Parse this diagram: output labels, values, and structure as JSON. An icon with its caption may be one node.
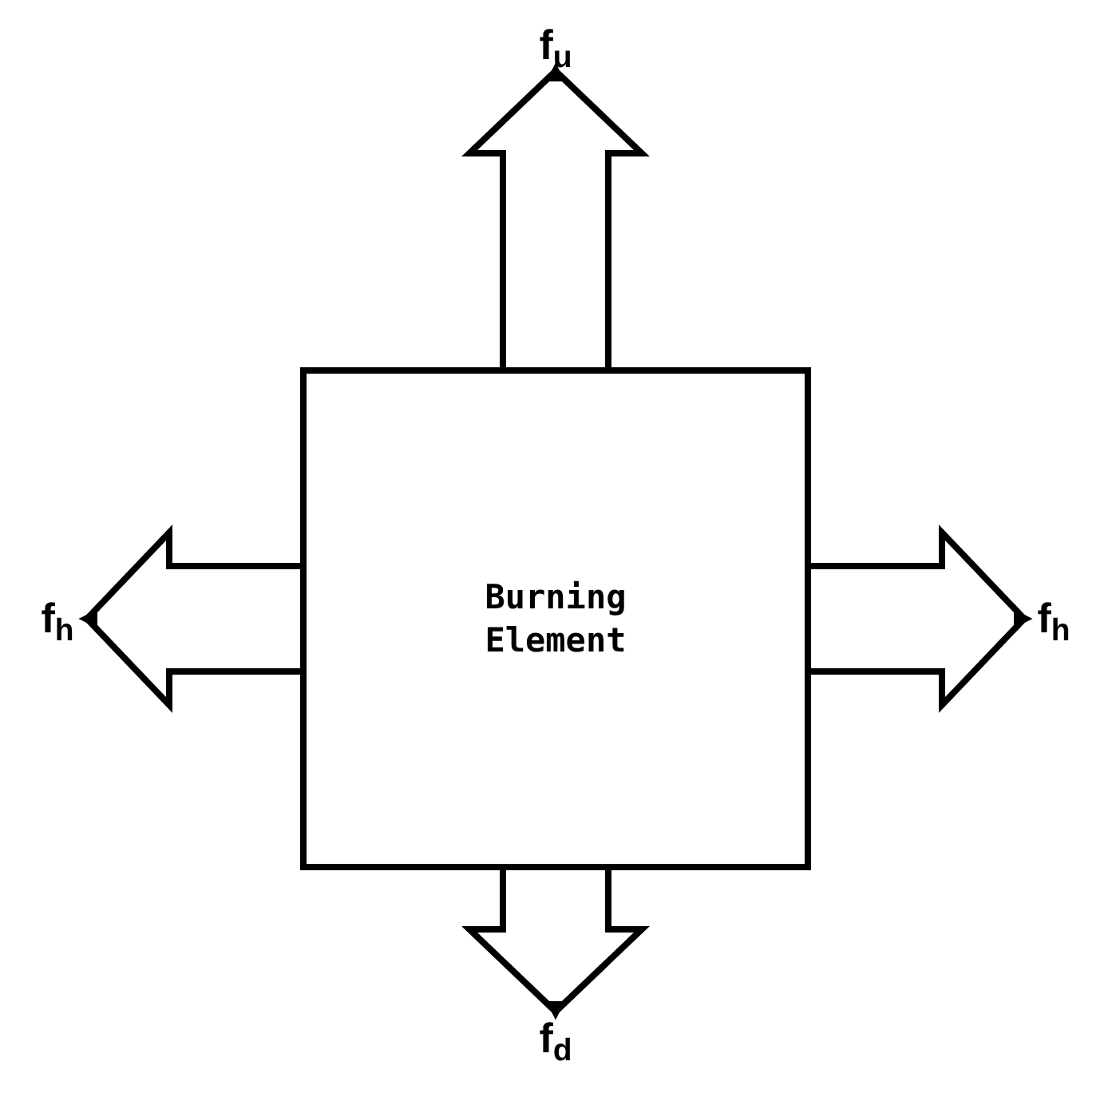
{
  "diagram": {
    "nodes": [
      {
        "text": [
          "Burning Element"
        ]
      },
      {
        "text": [
          "f$_{u}$"
        ]
      },
      {
        "text": [
          "f$_{h}$"
        ]
      },
      {
        "text": [
          "f$_{h}$"
        ]
      },
      {
        "text": [
          "f$_{d}$"
        ]
      }
    ],
    "edges": [
      {
        "from": 0,
        "to": 1,
        "arrow": "to"
      },
      {
        "from": 0,
        "to": 2,
        "arrow": "to"
      },
      {
        "from": 0,
        "to": 3,
        "arrow": "to"
      },
      {
        "from": 0,
        "to": 4,
        "arrow": "to"
      }
    ]
  }
}
